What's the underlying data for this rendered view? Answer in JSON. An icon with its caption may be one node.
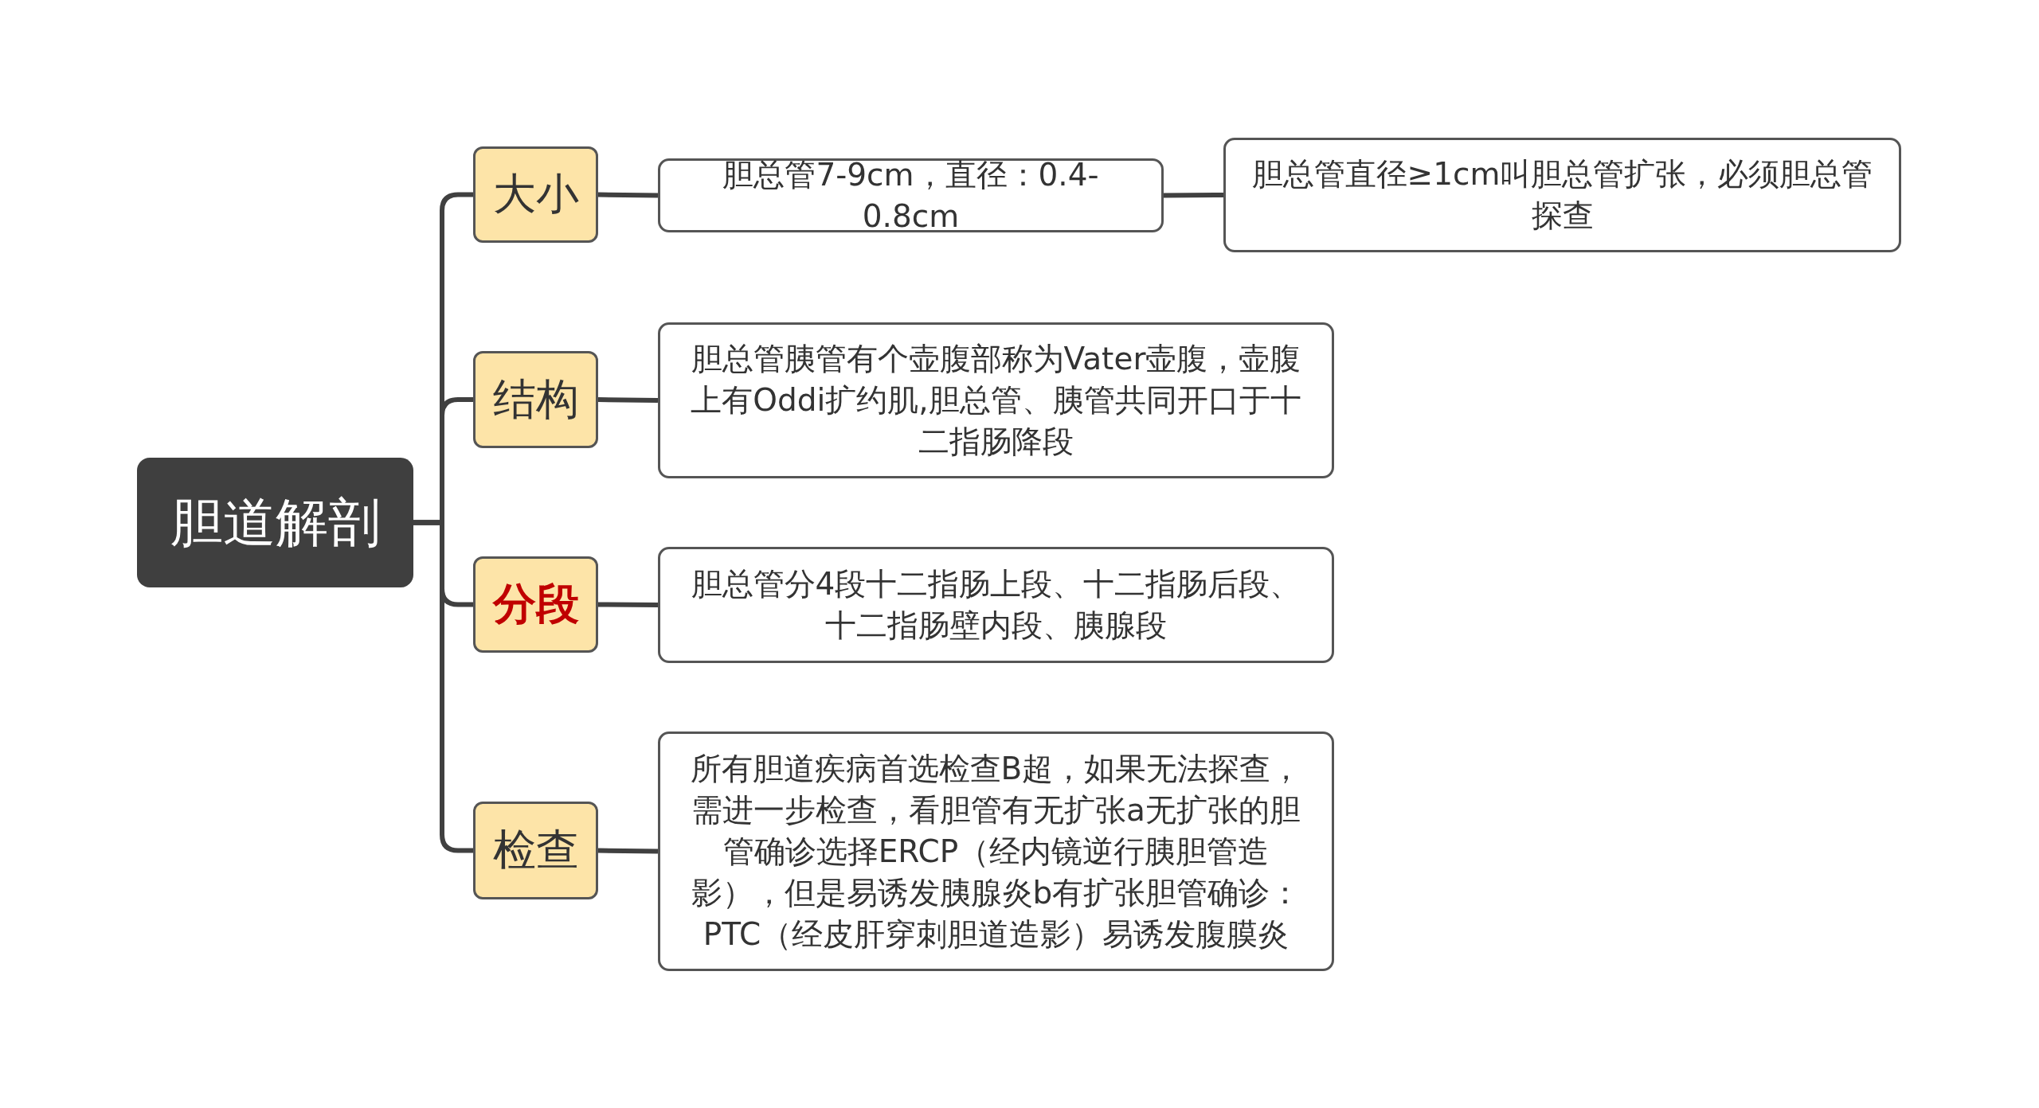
{
  "diagram": {
    "nodes": [
      {
        "text": [
          "胆道解剖"
        ]
      },
      {
        "text": [
          "大小"
        ]
      },
      {
        "text": [
          "胆总管7-9cm，直径：0.4-0.8cm"
        ]
      },
      {
        "text": [
          "胆总管直径≥1cm叫胆总管扩张，必须胆总管探查"
        ]
      },
      {
        "text": [
          "结构"
        ]
      },
      {
        "text": [
          "胆总管胰管有个壶腹部称为Vater壶腹，壶腹上有Oddi扩约肌,胆总管、胰管共同开口于十二指肠降段"
        ]
      },
      {
        "text": [
          "分段"
        ]
      },
      {
        "text": [
          "胆总管分4段十二指肠上段、十二指肠后段、十二指肠壁内段、胰腺段"
        ]
      },
      {
        "text": [
          "检查"
        ]
      },
      {
        "text": [
          "所有胆道疾病首选检查B超，如果无法探查，需进一步检查，看胆管有无扩张a无扩张的胆管确诊选择ERCP（经内镜逆行胰胆管造影），但是易诱发胰腺炎b有扩张胆管确诊：PTC（经皮肝穿刺胆道造影）易诱发腹膜炎"
        ]
      }
    ],
    "edges": [
      {
        "from": 0,
        "to": 1,
        "arrow": "none"
      },
      {
        "from": 1,
        "to": 2,
        "arrow": "none"
      },
      {
        "from": 2,
        "to": 3,
        "arrow": "none"
      },
      {
        "from": 0,
        "to": 4,
        "arrow": "none"
      },
      {
        "from": 4,
        "to": 5,
        "arrow": "none"
      },
      {
        "from": 0,
        "to": 6,
        "arrow": "none"
      },
      {
        "from": 6,
        "to": 7,
        "arrow": "none"
      },
      {
        "from": 0,
        "to": 8,
        "arrow": "none"
      },
      {
        "from": 8,
        "to": 9,
        "arrow": "none"
      }
    ]
  }
}
